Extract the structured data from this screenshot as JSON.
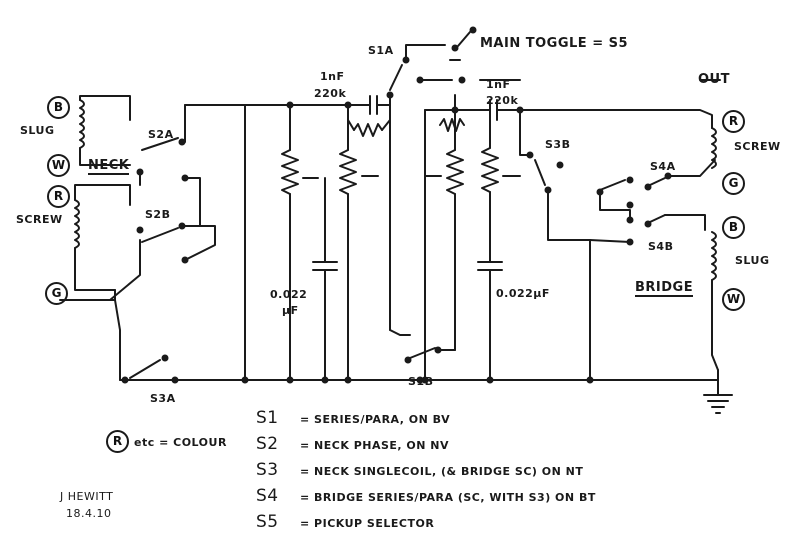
{
  "wire_color": "#1a1a1a",
  "neck": {
    "label": "NECK",
    "slug": "SLUG",
    "screw": "SCREW",
    "colors": [
      "B",
      "W",
      "R",
      "G"
    ]
  },
  "bridge": {
    "label": "BRIDGE",
    "screw": "SCREW",
    "slug": "SLUG",
    "colors": [
      "R",
      "G",
      "B",
      "W"
    ]
  },
  "switches": {
    "s1a": "S1A",
    "s1b": "S1B",
    "s2a": "S2A",
    "s2b": "S2B",
    "s3a": "S3A",
    "s3b": "S3B",
    "s4a": "S4A",
    "s4b": "S4B",
    "main_toggle": "MAIN TOGGLE = S5",
    "out": "OUT"
  },
  "components": {
    "cap_1nf_left": "1nF",
    "res_220k_left": "220k",
    "cap_1nf_right": "1nF",
    "res_220k_right": "220k",
    "tone_cap_left": "0.022",
    "tone_cap_left_unit": "μF",
    "tone_cap_right": "0.022μF"
  },
  "legend": {
    "color_note_letter": "R",
    "color_note_text": "etc = COLOUR",
    "items": [
      {
        "sw": "S1",
        "text": "= SERIES/PARA, ON BV"
      },
      {
        "sw": "S2",
        "text": "= NECK PHASE, ON NV"
      },
      {
        "sw": "S3",
        "text": "= NECK SINGLECOIL, (& BRIDGE SC) ON NT"
      },
      {
        "sw": "S4",
        "text": "= BRIDGE SERIES/PARA (SC, WITH S3) ON BT"
      },
      {
        "sw": "S5",
        "text": "= PICKUP SELECTOR"
      }
    ]
  },
  "signature": {
    "name": "J HEWITT",
    "date": "18.4.10"
  }
}
